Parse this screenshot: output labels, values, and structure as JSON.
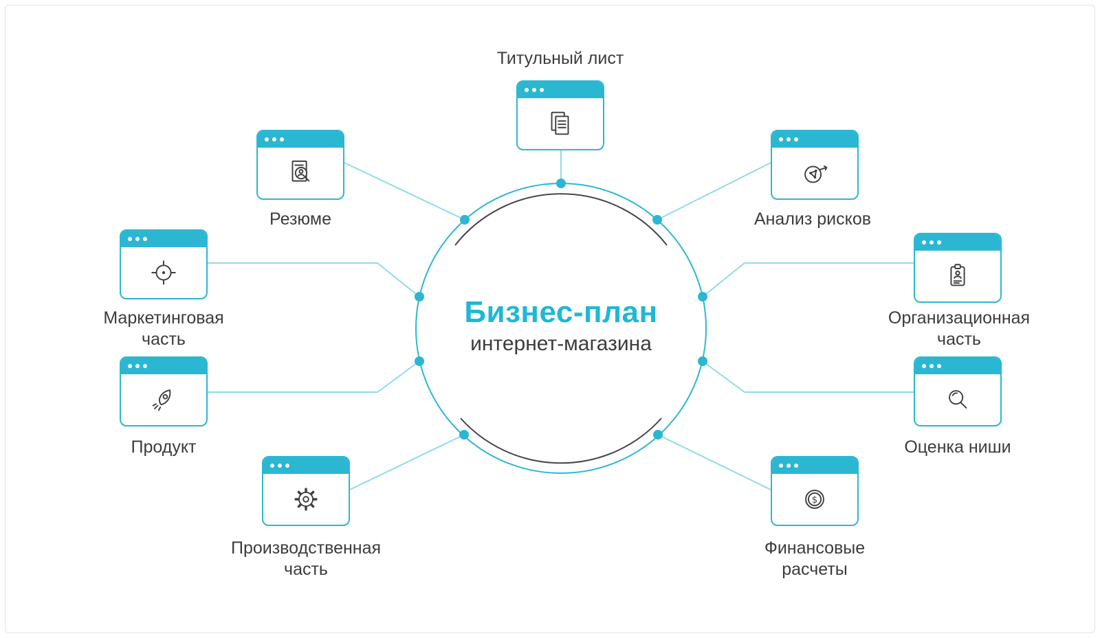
{
  "diagram": {
    "type": "hub-and-spoke",
    "language": "ru"
  },
  "colors": {
    "accent": "#2bb7d2",
    "connector_line": "#8fdbe8",
    "dark_arc": "#45454c",
    "text": "#3c3c3c",
    "background": "#ffffff"
  },
  "center": {
    "title": "Бизнес-план",
    "subtitle": "интернет-магазина"
  },
  "nodes": [
    {
      "id": "title-page",
      "label": "Титульный лист",
      "icon": "document-icon"
    },
    {
      "id": "resume",
      "label": "Резюме",
      "icon": "resume-search-icon"
    },
    {
      "id": "marketing",
      "label": "Маркетинговая часть",
      "icon": "target-icon"
    },
    {
      "id": "product",
      "label": "Продукт",
      "icon": "rocket-icon"
    },
    {
      "id": "production",
      "label": "Производственная часть",
      "icon": "gear-icon"
    },
    {
      "id": "risk",
      "label": "Анализ рисков",
      "icon": "network-arrow-icon"
    },
    {
      "id": "organization",
      "label": "Организационная часть",
      "icon": "clipboard-person-icon"
    },
    {
      "id": "niche",
      "label": "Оценка ниши",
      "icon": "magnifier-icon"
    },
    {
      "id": "finance",
      "label": "Финансовые расчеты",
      "icon": "dollar-coin-icon"
    }
  ]
}
